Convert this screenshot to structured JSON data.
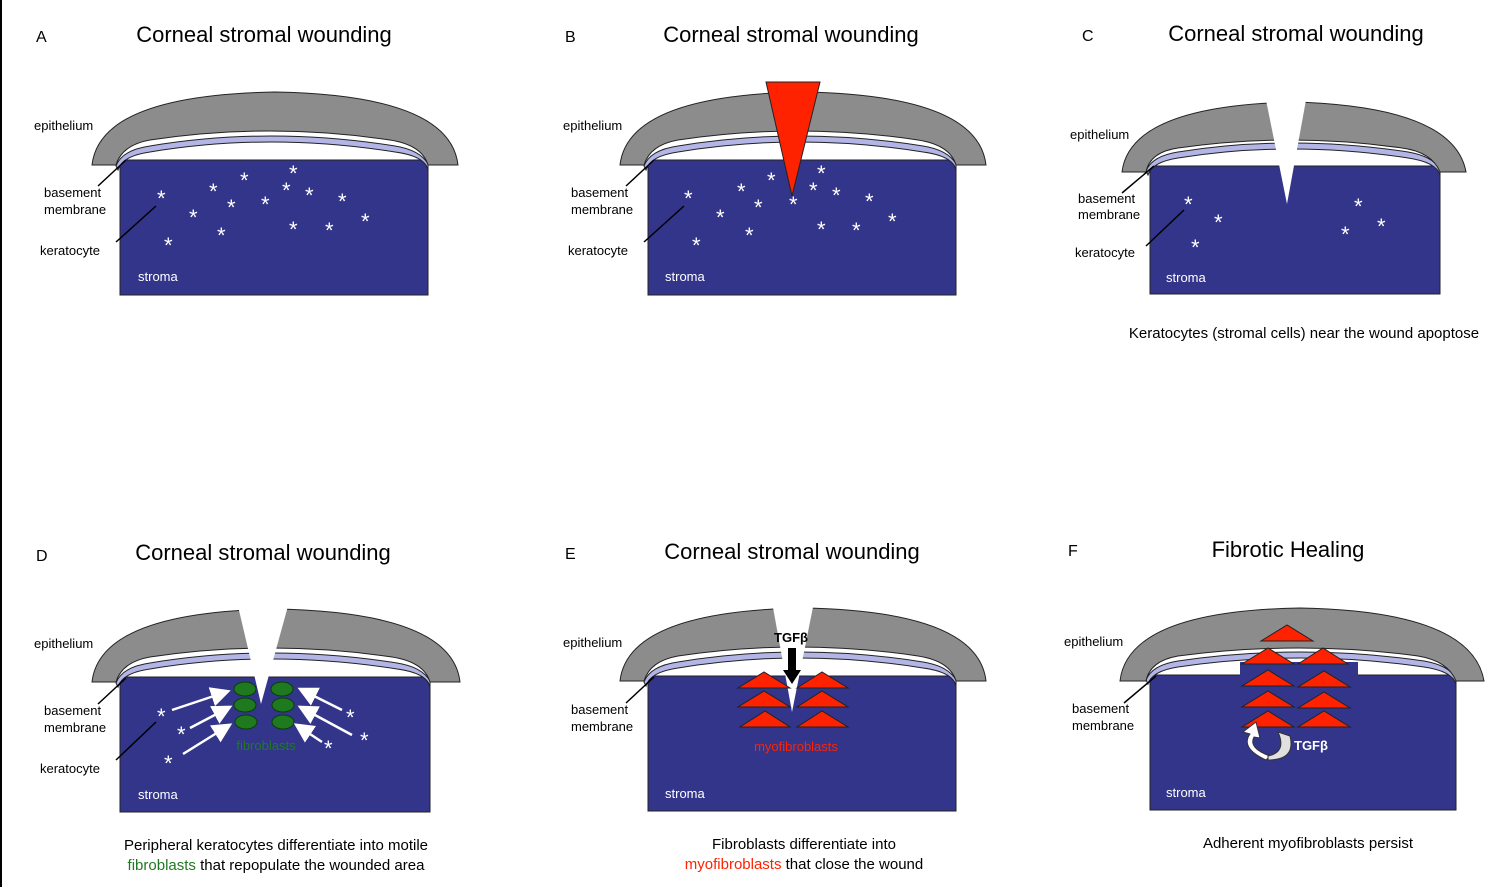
{
  "colors": {
    "epithelium": "#8c8c8c",
    "basement_membrane": "#b3b5e6",
    "stroma": "#32358a",
    "wound_knife": "#ff2200",
    "myofibroblast": "#ff2200",
    "fibroblast": "#1f7a1f",
    "keratocyte": "#ffffff"
  },
  "panels": [
    {
      "id": "A",
      "letter": "A",
      "title": "Corneal stromal wounding",
      "labels": {
        "epithelium": "epithelium",
        "basement": "basement",
        "membrane": "membrane",
        "keratocyte": "keratocyte",
        "stroma": "stroma"
      },
      "caption_line1": "",
      "caption_line2": ""
    },
    {
      "id": "B",
      "letter": "B",
      "title": "Corneal stromal wounding",
      "labels": {
        "epithelium": "epithelium",
        "basement": "basement",
        "membrane": "membrane",
        "keratocyte": "keratocyte",
        "stroma": "stroma"
      },
      "caption_line1": "",
      "caption_line2": ""
    },
    {
      "id": "C",
      "letter": "C",
      "title": "Corneal stromal wounding",
      "labels": {
        "epithelium": "epithelium",
        "basement": "basement",
        "membrane": "membrane",
        "keratocyte": "keratocyte",
        "stroma": "stroma"
      },
      "caption_line1": "Keratocytes (stromal cells) near the wound apoptose",
      "caption_line2": ""
    },
    {
      "id": "D",
      "letter": "D",
      "title": "Corneal stromal wounding",
      "labels": {
        "epithelium": "epithelium",
        "basement": "basement",
        "membrane": "membrane",
        "keratocyte": "keratocyte",
        "stroma": "stroma",
        "cells": "fibroblasts"
      },
      "caption_line1": "Peripheral keratocytes differentiate into motile",
      "caption_line2_colored": "fibroblasts",
      "caption_line2_rest": " that repopulate the wounded area"
    },
    {
      "id": "E",
      "letter": "E",
      "title": "Corneal stromal wounding",
      "labels": {
        "epithelium": "epithelium",
        "basement": "basement",
        "membrane": "membrane",
        "stroma": "stroma",
        "cells": "myofibroblasts",
        "tgf": "TGFβ"
      },
      "caption_line1": "Fibroblasts differentiate into",
      "caption_line2_colored": "myofibroblasts",
      "caption_line2_rest": " that close the wound"
    },
    {
      "id": "F",
      "letter": "F",
      "title": "Fibrotic Healing",
      "labels": {
        "epithelium": "epithelium",
        "basement": "basement",
        "membrane": "membrane",
        "stroma": "stroma",
        "tgf": "TGFβ"
      },
      "caption_line1": "Adherent myofibroblasts persist",
      "caption_line2": ""
    }
  ]
}
